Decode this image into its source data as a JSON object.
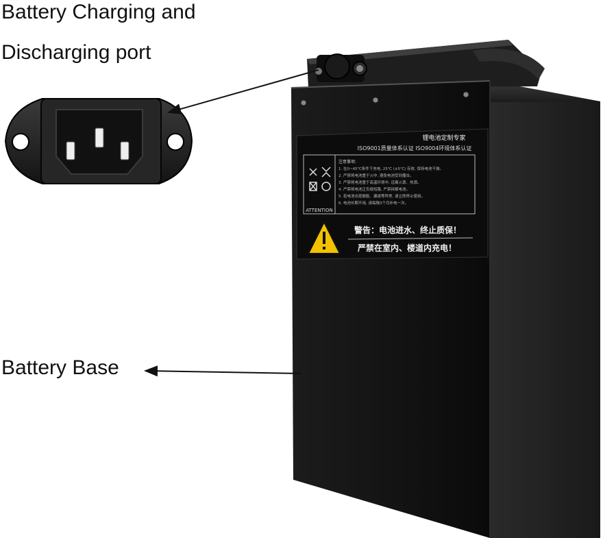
{
  "callouts": {
    "port_label_line1": "Battery Charging and",
    "port_label_line2": "Discharging port",
    "base_label": "Battery Base"
  },
  "battery_label": {
    "brand": "锂电池定制专家",
    "certs": "ISO9001质量体系认证 ISO9004环境体系认证",
    "notice_title": "注意事项:",
    "notice_lines": [
      "1. 在0~45℃条件下充电, 25℃ (±5℃) 存放, 保持电池干燥。",
      "2. 严禁将电池置于火中, 避免电池受到撞击。",
      "3. 严禁将电池置于高温环境中, 远离火源、热源。",
      "4. 严禁将电池正负极短路, 严禁拆解电池。",
      "5. 若电池出现鼓胀、漏液等异常, 请立即停止使用。",
      "6. 电池长期不用, 请每隔3个月补电一次。"
    ],
    "attention": "ATTENTION",
    "warning_line1": "警告：电池进水、终止质保！",
    "warning_line2": "严禁在室内、楼道内充电！"
  },
  "colors": {
    "battery_body": "#161616",
    "label_bg": "#0c0c0c",
    "warning_yellow": "#f2c200",
    "text": "#111111"
  }
}
